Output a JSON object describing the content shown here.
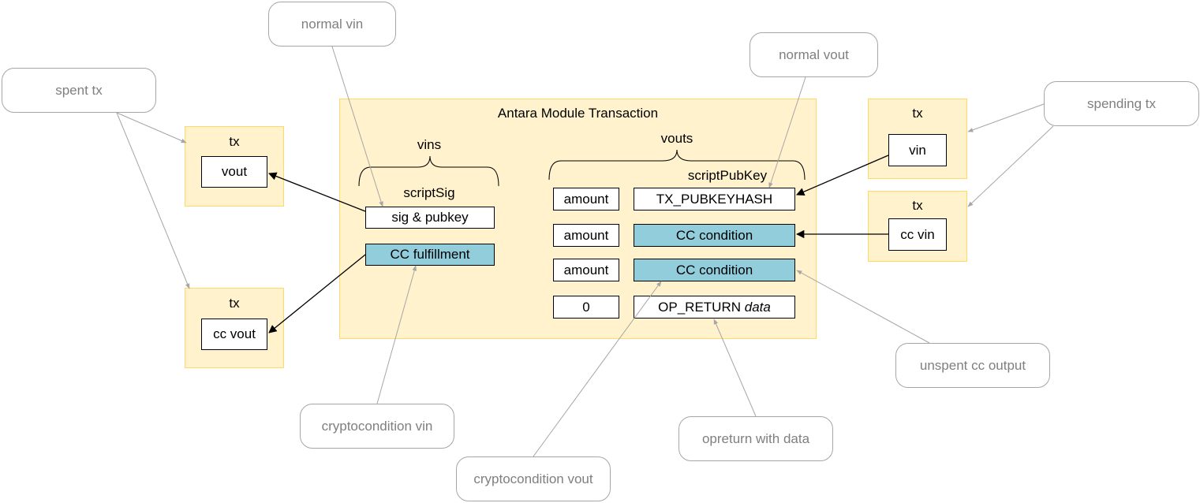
{
  "main_tx": {
    "title": "Antara Module Transaction",
    "vins_label": "vins",
    "vouts_label": "vouts",
    "scriptsig_label": "scriptSig",
    "scriptpubkey_label": "scriptPubKey",
    "vins": [
      "sig & pubkey",
      "CC fulfillment"
    ],
    "vouts": [
      {
        "amount": "amount",
        "script": "TX_PUBKEYHASH"
      },
      {
        "amount": "amount",
        "script": "CC condition"
      },
      {
        "amount": "amount",
        "script": "CC condition"
      },
      {
        "amount": "0",
        "script": "OP_RETURN",
        "script_suffix": "data"
      }
    ]
  },
  "left_txs": [
    {
      "title": "tx",
      "item": "vout"
    },
    {
      "title": "tx",
      "item": "cc vout"
    }
  ],
  "right_txs": [
    {
      "title": "tx",
      "item": "vin"
    },
    {
      "title": "tx",
      "item": "cc vin"
    }
  ],
  "callouts": {
    "spent_tx": "spent tx",
    "normal_vin": "normal vin",
    "normal_vout": "normal vout",
    "spending_tx": "spending tx",
    "unspent_cc_output": "unspent cc output",
    "cryptocondition_vin": "cryptocondition vin",
    "opreturn_with_data": "opreturn with data",
    "cryptocondition_vout": "cryptocondition vout"
  },
  "colors": {
    "tx_fill": "#fff2cc",
    "tx_border": "#ffd966",
    "cc_fill": "#92cddc",
    "callout_border": "#a6a6a6",
    "callout_text": "#7f7f7f"
  }
}
